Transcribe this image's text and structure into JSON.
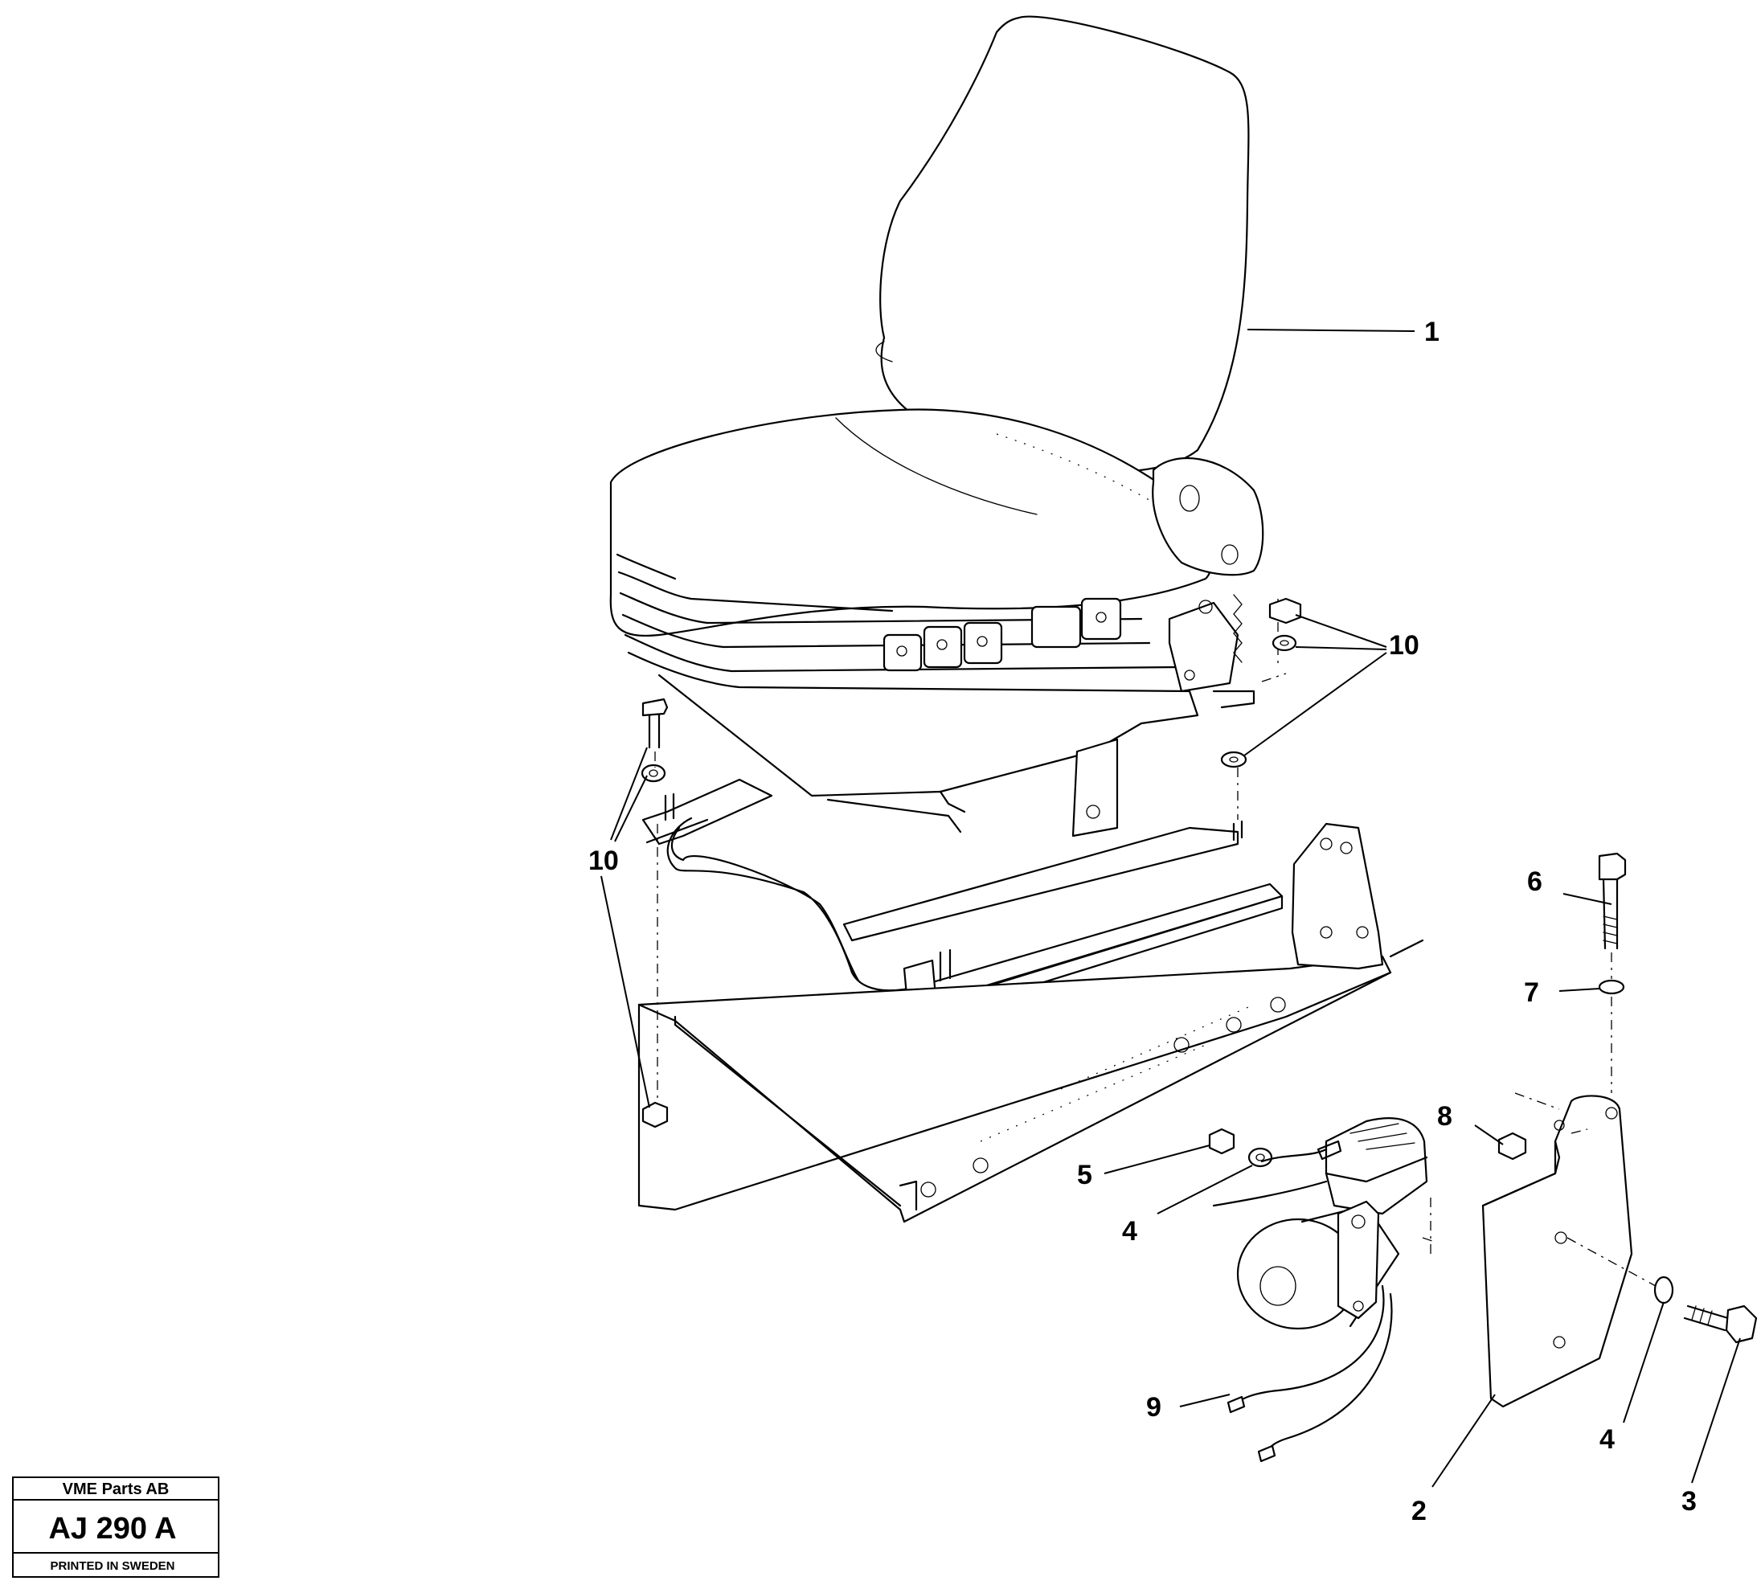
{
  "title_block": {
    "company": "VME Parts AB",
    "drawing_code": "AJ 290 A",
    "printed": "PRINTED IN SWEDEN"
  },
  "callouts": {
    "c1": "1",
    "c10_right": "10",
    "c10_left": "10",
    "c6": "6",
    "c7": "7",
    "c8": "8",
    "c5": "5",
    "c4_left": "4",
    "c9": "9",
    "c2": "2",
    "c4_right": "4",
    "c3": "3"
  }
}
